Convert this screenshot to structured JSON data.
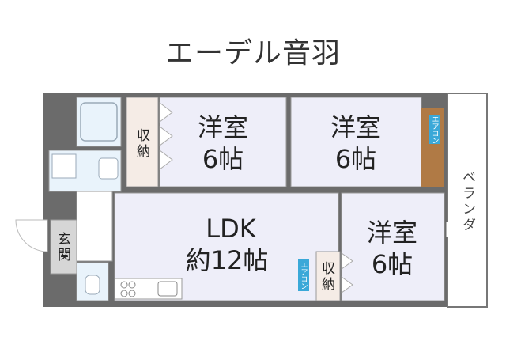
{
  "title": "エーデル音羽",
  "rooms": {
    "western_top_left": {
      "name": "洋室",
      "size": "6帖"
    },
    "western_top_right": {
      "name": "洋室",
      "size": "6帖"
    },
    "western_bottom_right": {
      "name": "洋室",
      "size": "6帖"
    },
    "ldk": {
      "name": "LDK",
      "size": "約12帖"
    },
    "storage_top": "収納",
    "storage_bottom": "収納",
    "entrance": "玄関",
    "balcony": "ベランダ"
  },
  "ac_labels": {
    "top": "エアコン",
    "bottom": "エアコン"
  },
  "colors": {
    "wall": "#6b6b6b",
    "room_fill": "#eeeef9",
    "wet_area": "#e9f3fb",
    "storage": "#f5ece6",
    "wood": "#b07a45",
    "ac": "#3aa8d8"
  }
}
